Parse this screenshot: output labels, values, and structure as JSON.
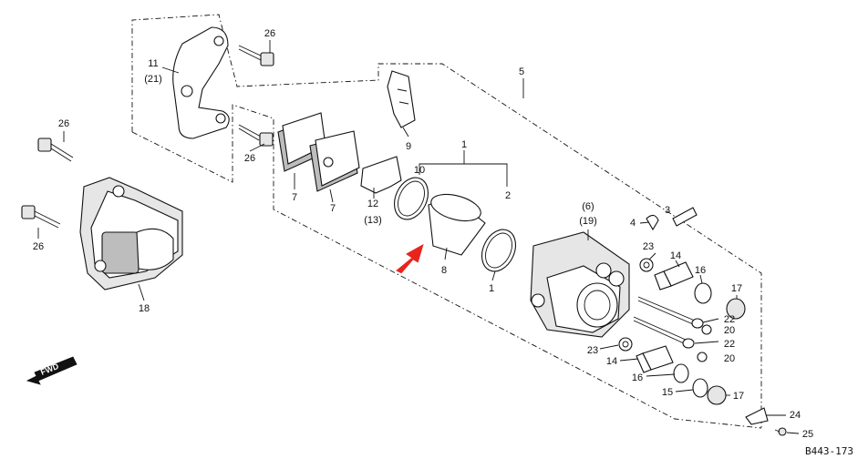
{
  "diagram_code": "B443-173",
  "direction_label": "FWD",
  "colors": {
    "pointer_arrow": "#e8241c",
    "line": "#111111"
  },
  "callouts": {
    "c26a": "26",
    "c26b": "26",
    "c26c": "26",
    "c26d": "26",
    "c11": "11",
    "c21": "(21)",
    "c5": "5",
    "c9": "9",
    "c7a": "7",
    "c7b": "7",
    "c12": "12",
    "c13": "(13)",
    "c1a": "1",
    "c10": "10",
    "c2": "2",
    "c8": "8",
    "c1b": "1",
    "c18": "18",
    "c6": "(6)",
    "c19": "(19)",
    "c3": "3",
    "c4": "4",
    "c23a": "23",
    "c14a": "14",
    "c16a": "16",
    "c17a": "17",
    "c22a": "22",
    "c20a": "20",
    "c22b": "22",
    "c23b": "23",
    "c20b": "20",
    "c14b": "14",
    "c16b": "16",
    "c15": "15",
    "c17b": "17",
    "c24": "24",
    "c25": "25"
  }
}
